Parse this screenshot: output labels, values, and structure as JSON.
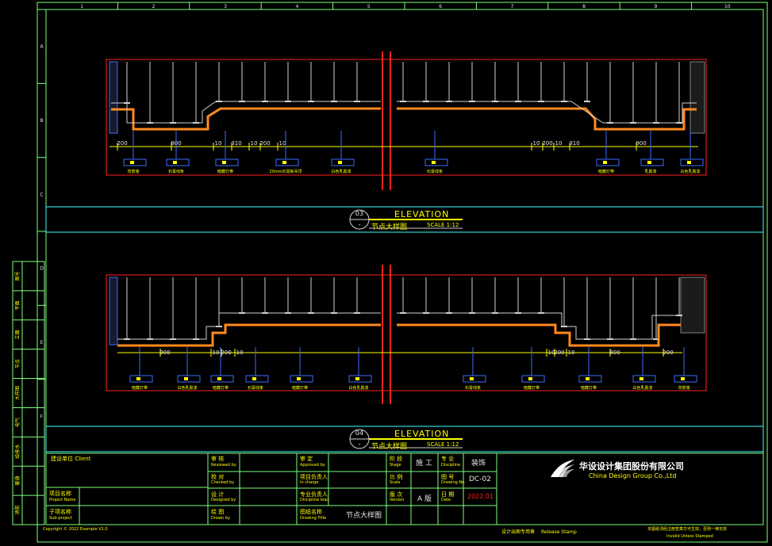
{
  "colors": {
    "background": "#000000",
    "frame": "#7dff7d",
    "red": "#ff2020",
    "yellow": "#ffff00",
    "blue": "#3c6cff",
    "white": "#e6e6e6",
    "orange": "#ff8a1e",
    "cyan": "#40ffff",
    "gray": "#808080"
  },
  "grid": {
    "columns": [
      "1",
      "2",
      "3",
      "4",
      "5",
      "6",
      "7",
      "8",
      "9",
      "10"
    ],
    "rows": [
      "A",
      "B",
      "C",
      "D",
      "E",
      "F"
    ]
  },
  "side_strip": {
    "labels": [
      "图号",
      "平面",
      "立面",
      "节点",
      "大样图",
      "电气",
      "给排水",
      "暖通",
      "消防"
    ]
  },
  "detail_top": {
    "number": "03",
    "sheet": "-",
    "title": "ELEVATION",
    "subtitle": "节点大样图",
    "scale": "SCALE 1:12",
    "dims": [
      "200",
      "800",
      "10",
      "310",
      "10",
      "200",
      "10",
      "10",
      "200",
      "10",
      "310",
      "900"
    ],
    "tags": [
      "背景墙",
      "石膏线条",
      "暗藏灯带",
      "20mm石膏板吊顶",
      "白色乳胶漆",
      "石膏线条",
      "暗藏灯带",
      "乳胶漆",
      "白色乳胶漆"
    ]
  },
  "detail_bottom": {
    "number": "04",
    "sheet": "-",
    "title": "ELEVATION",
    "subtitle": "节点大样图",
    "scale": "SCALE 1:12",
    "dims": [
      "900",
      "10",
      "200",
      "10",
      "10",
      "200",
      "10",
      "800",
      "200"
    ],
    "tags": [
      "暗藏灯带",
      "白色乳胶漆",
      "暗藏灯带",
      "石膏线条",
      "暗藏灯带",
      "白色乳胶漆",
      "石膏线条",
      "暗藏灯带",
      "暗藏灯带",
      "白色乳胶漆",
      "背景墙"
    ]
  },
  "title_block": {
    "client_label": "建设单位 Client",
    "project_name_label": "项目名称",
    "project_name_en": "Project Name",
    "sub_project_label": "子项名称",
    "sub_project_en": "Sub-project",
    "copyright": "Copyright © 2022 Example V1.0",
    "approved_label": "审 核",
    "approved_en": "Reviewed by",
    "checked_label": "校 对",
    "checked_en": "Checked by",
    "designed_label": "设 计",
    "designed_en": "Designed by",
    "drawn_label": "绘 图",
    "drawn_en": "Drawn by",
    "approve2_label": "审 定",
    "approve2_en": "Approved by",
    "project_lead_label": "项目负责人",
    "project_lead_en": "In charge",
    "discipline_lead_label": "专业负责人",
    "discipline_lead_en": "Discipline lead",
    "drawing_name_label": "图纸名称",
    "drawing_name_en": "Drawing Title",
    "drawing_name": "节点大样图",
    "stage_label": "阶 段",
    "stage_en": "Stage",
    "stage_value": "施 工",
    "discipline_label": "专 业",
    "discipline_en": "Discipline",
    "discipline_value": "装饰",
    "scale_label": "比 例",
    "scale_en": "Scale",
    "drawing_no_label": "图 号",
    "drawing_no_en": "Drawing No.",
    "drawing_no_value": "DC-02",
    "version_label": "版 次",
    "version_en": "Version",
    "version_value": "A 版",
    "date_label": "日 期",
    "date_en": "Date",
    "date_value": "2022.01",
    "company_cn": "华设设计集团股份有限公司",
    "company_en": "China Design Group Co.,Ltd",
    "footer_left": "设计出图专用章",
    "footer_left_en": "Release Stamp",
    "footer_right": "本图纸须经注册签章方可生效，否则一律无效",
    "footer_right_en": "Invalid Unless Stamped"
  }
}
